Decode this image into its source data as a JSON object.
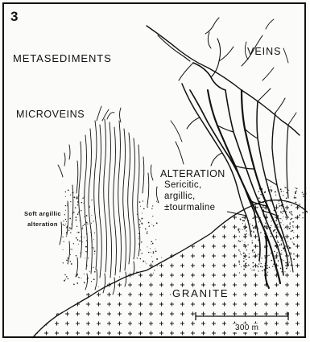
{
  "figure": {
    "number": "3",
    "labels": {
      "metasediments": "METASEDIMENTS",
      "veins": "VEINS",
      "microveins": "MICROVEINS",
      "soft_argillic_line1": "Soft argillic",
      "soft_argillic_line2": "alteration",
      "alteration_title": "ALTERATION",
      "alteration_line1": "Sericitic,",
      "alteration_line2": "argillic,",
      "alteration_line3": "±tourmaline",
      "granite": "GRANITE"
    },
    "scale_bar": {
      "label": "300 m"
    }
  }
}
